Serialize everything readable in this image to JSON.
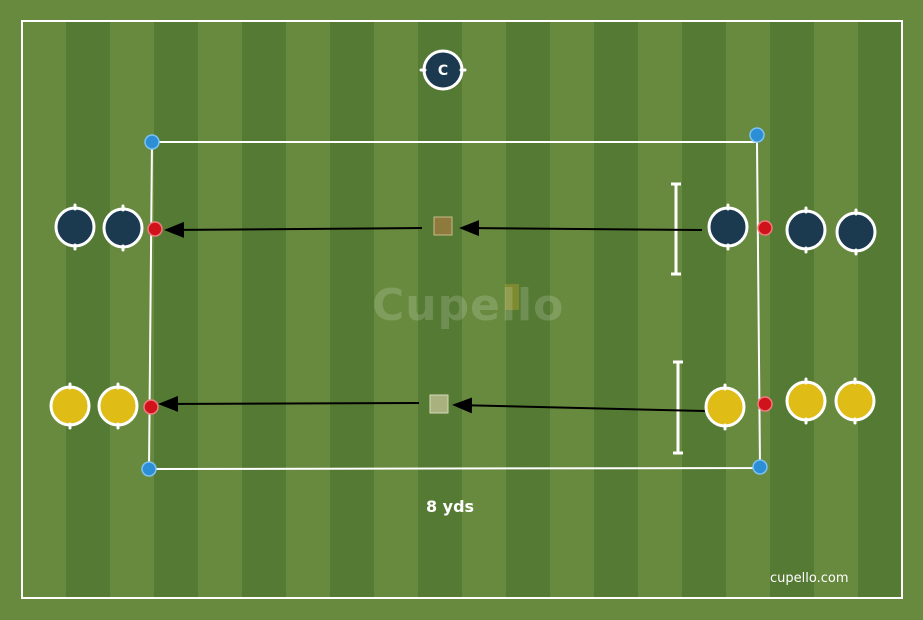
{
  "watermark": "Cupello",
  "distance_label": "8 yds",
  "site_credit": "cupello.com",
  "coach_badge": "C",
  "colors": {
    "grass_light": "#678a3e",
    "grass_dark": "#557a34",
    "line": "#ffffff",
    "team_navy": "#1b3a50",
    "team_yellow": "#e0bc16",
    "cone_red": "#d0131b",
    "cone_blue": "#2c8fd6",
    "ball_light": "#a9b27e",
    "ball_dark": "#8f7a3e",
    "arrow": "#000000"
  }
}
